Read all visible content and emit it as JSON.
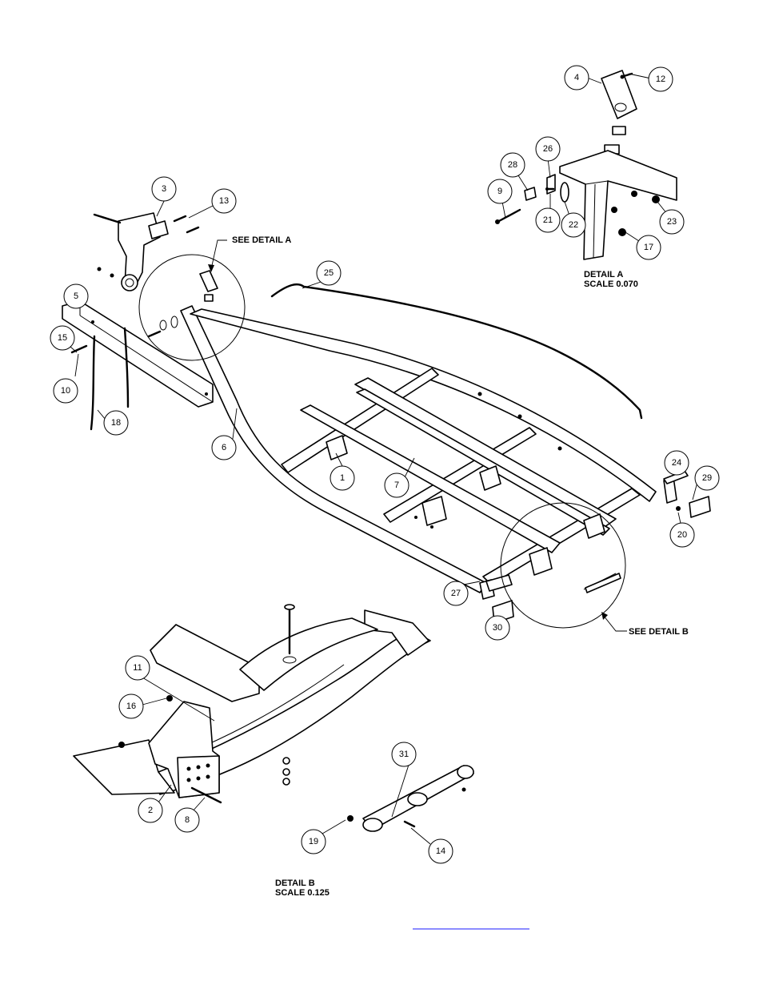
{
  "balloons": [
    {
      "id": "4",
      "label": "4"
    },
    {
      "id": "12",
      "label": "12"
    },
    {
      "id": "26",
      "label": "26"
    },
    {
      "id": "28",
      "label": "28"
    },
    {
      "id": "9",
      "label": "9"
    },
    {
      "id": "21",
      "label": "21"
    },
    {
      "id": "22",
      "label": "22"
    },
    {
      "id": "23",
      "label": "23"
    },
    {
      "id": "17",
      "label": "17"
    },
    {
      "id": "3",
      "label": "3"
    },
    {
      "id": "13",
      "label": "13"
    },
    {
      "id": "25",
      "label": "25"
    },
    {
      "id": "5",
      "label": "5"
    },
    {
      "id": "15",
      "label": "15"
    },
    {
      "id": "10",
      "label": "10"
    },
    {
      "id": "18",
      "label": "18"
    },
    {
      "id": "6",
      "label": "6"
    },
    {
      "id": "1",
      "label": "1"
    },
    {
      "id": "7",
      "label": "7"
    },
    {
      "id": "24",
      "label": "24"
    },
    {
      "id": "29",
      "label": "29"
    },
    {
      "id": "20",
      "label": "20"
    },
    {
      "id": "27",
      "label": "27"
    },
    {
      "id": "30",
      "label": "30"
    },
    {
      "id": "11",
      "label": "11"
    },
    {
      "id": "16",
      "label": "16"
    },
    {
      "id": "2",
      "label": "2"
    },
    {
      "id": "8",
      "label": "8"
    },
    {
      "id": "31",
      "label": "31"
    },
    {
      "id": "19",
      "label": "19"
    },
    {
      "id": "14",
      "label": "14"
    }
  ],
  "notes": {
    "see_detail_a": "SEE DETAIL  A",
    "see_detail_b": "SEE DETAIL  B",
    "detail_a_title": "DETAIL  A",
    "detail_a_scale": "SCALE  0.070",
    "detail_b_title": "DETAIL  B",
    "detail_b_scale": "SCALE  0.125"
  },
  "colors": {
    "line": "#000000",
    "paper": "#ffffff",
    "link": "#1a1aff"
  }
}
